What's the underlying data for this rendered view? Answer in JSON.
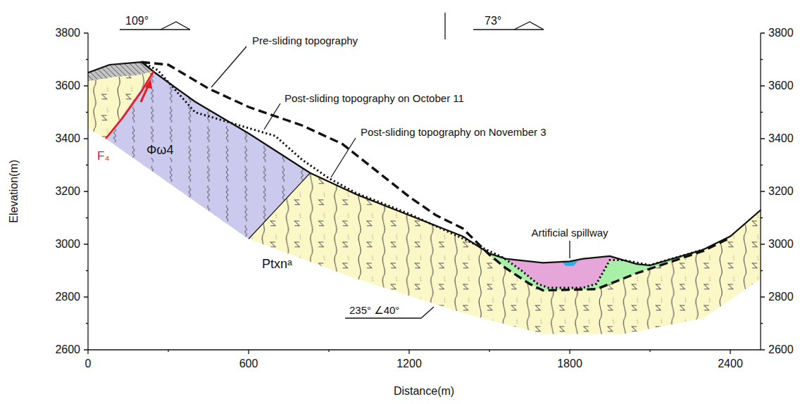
{
  "diagram": {
    "labels": [
      "3800",
      "3600",
      "3400",
      "3200",
      "3000",
      "2800",
      "2600",
      "3800",
      "3600",
      "3400",
      "3200",
      "3000",
      "2800",
      "2600",
      "0",
      "600",
      "1200",
      "1800",
      "2400",
      "Elevation(m)",
      "Distance(m)",
      "109°",
      "73°",
      "Pre-sliding topography",
      "Post-sliding topography on October 11",
      "Post-sliding topography on November 3",
      "Artificial spillway",
      "F₄",
      "Φω4",
      "Ptxnᵃ",
      "235° ∠40°"
    ]
  }
}
